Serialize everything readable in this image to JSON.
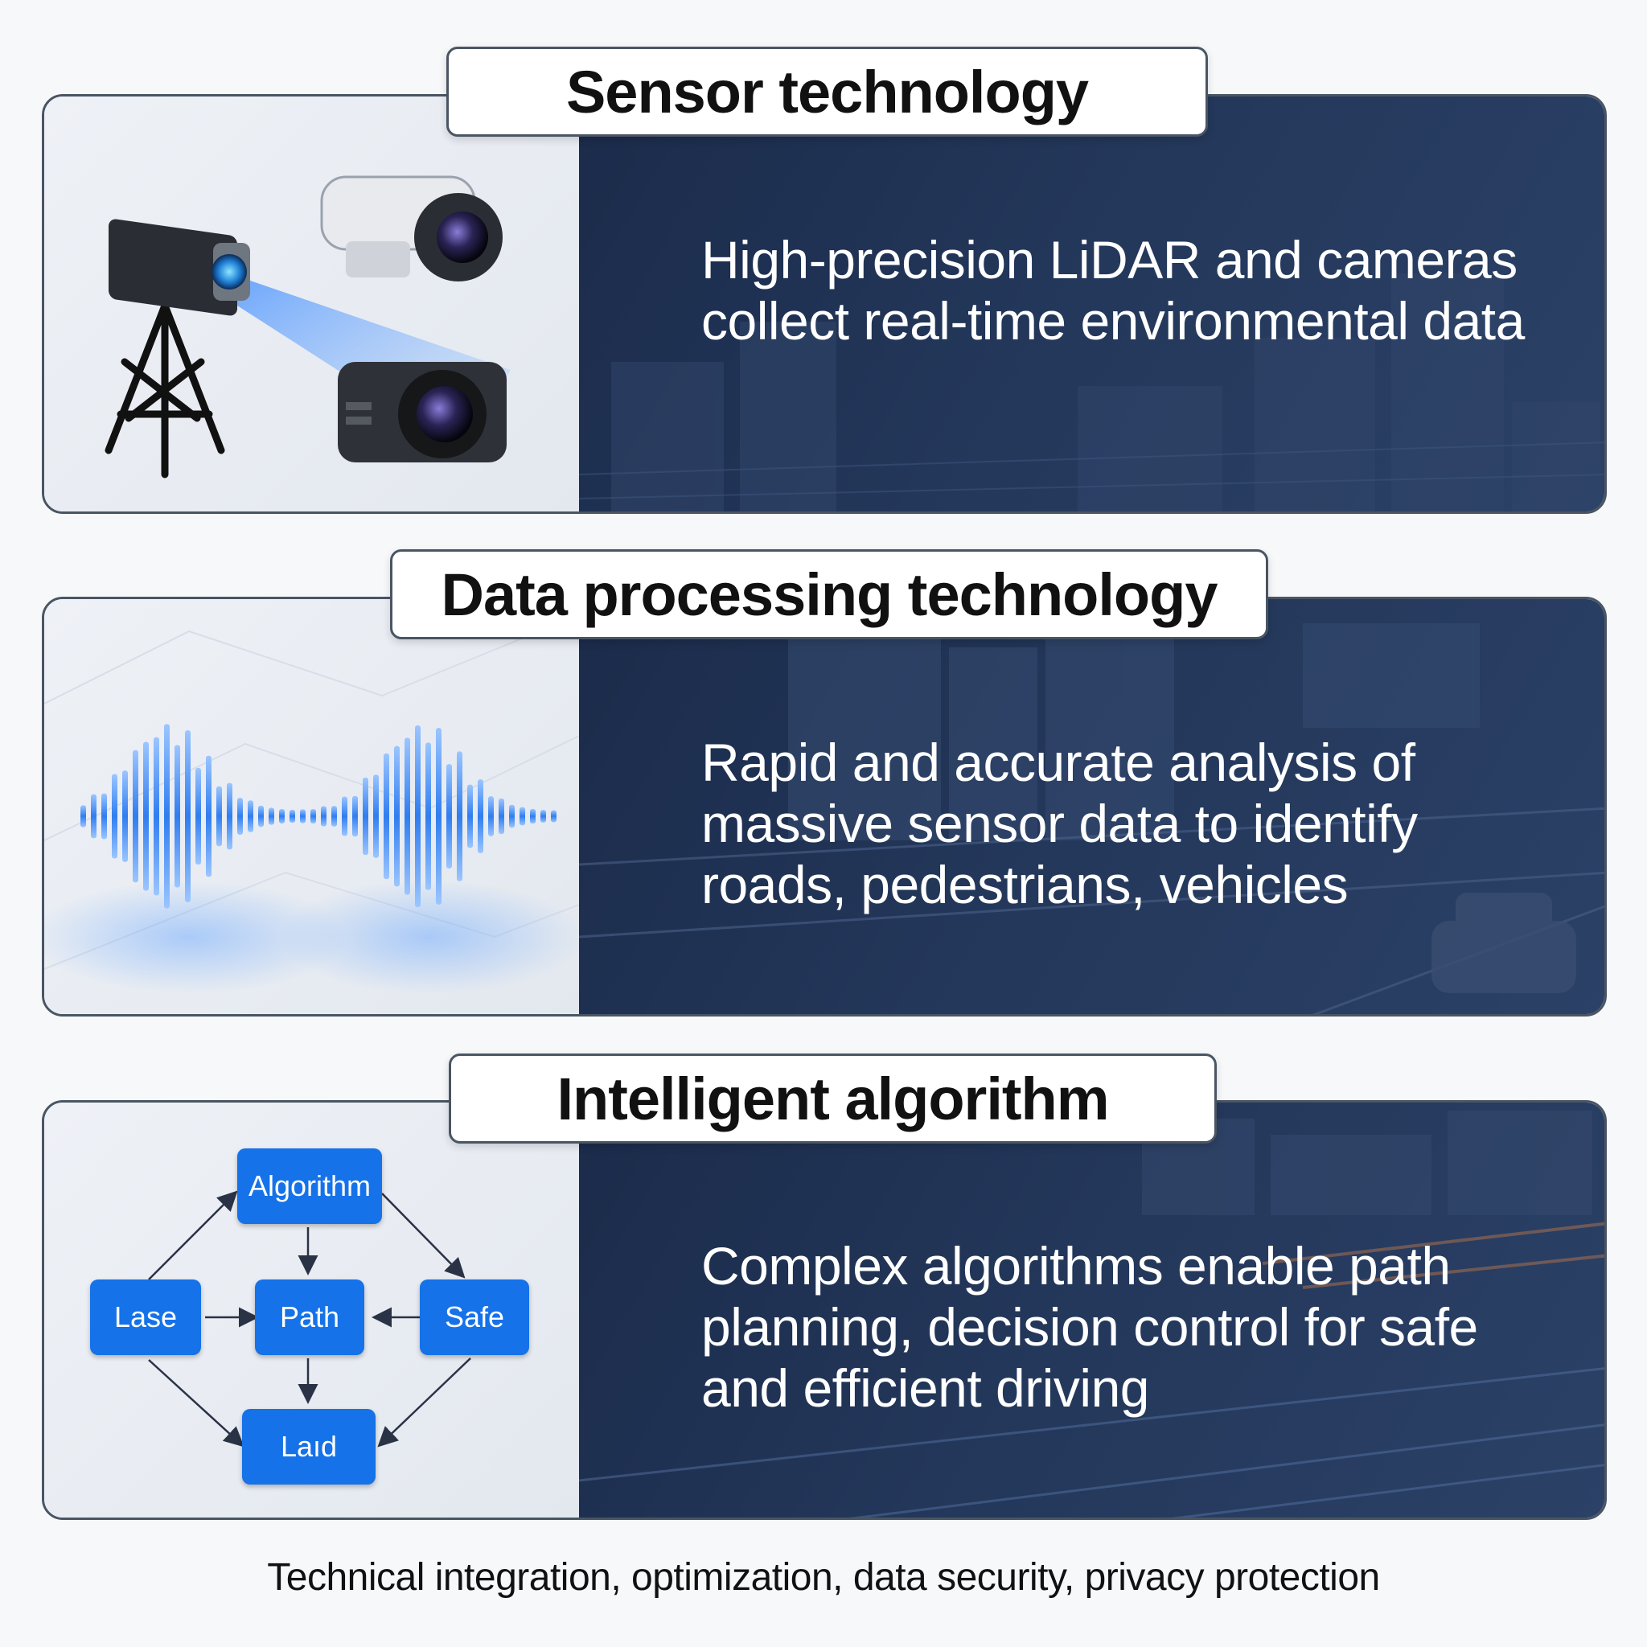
{
  "sections": [
    {
      "title": "Sensor technology",
      "body": "High-precision LiDAR and cameras collect real-time environmental data"
    },
    {
      "title": "Data processing technology",
      "body": "Rapid and accurate analysis of massive sensor data to identify roads, pedestrians, vehicles"
    },
    {
      "title": "Intelligent algorithm",
      "body": "Complex algorithms enable path planning, decision control for safe and efficient driving"
    }
  ],
  "algorithm_diagram": {
    "nodes": [
      "Algorithm",
      "Lase",
      "Path",
      "Safe",
      "Laıd"
    ]
  },
  "footer": "Technical integration, optimization, data security, privacy protection",
  "colors": {
    "panel_dark": "#1b2b4a",
    "node_blue": "#1572e8",
    "wave_blue": "#2f7df0"
  }
}
